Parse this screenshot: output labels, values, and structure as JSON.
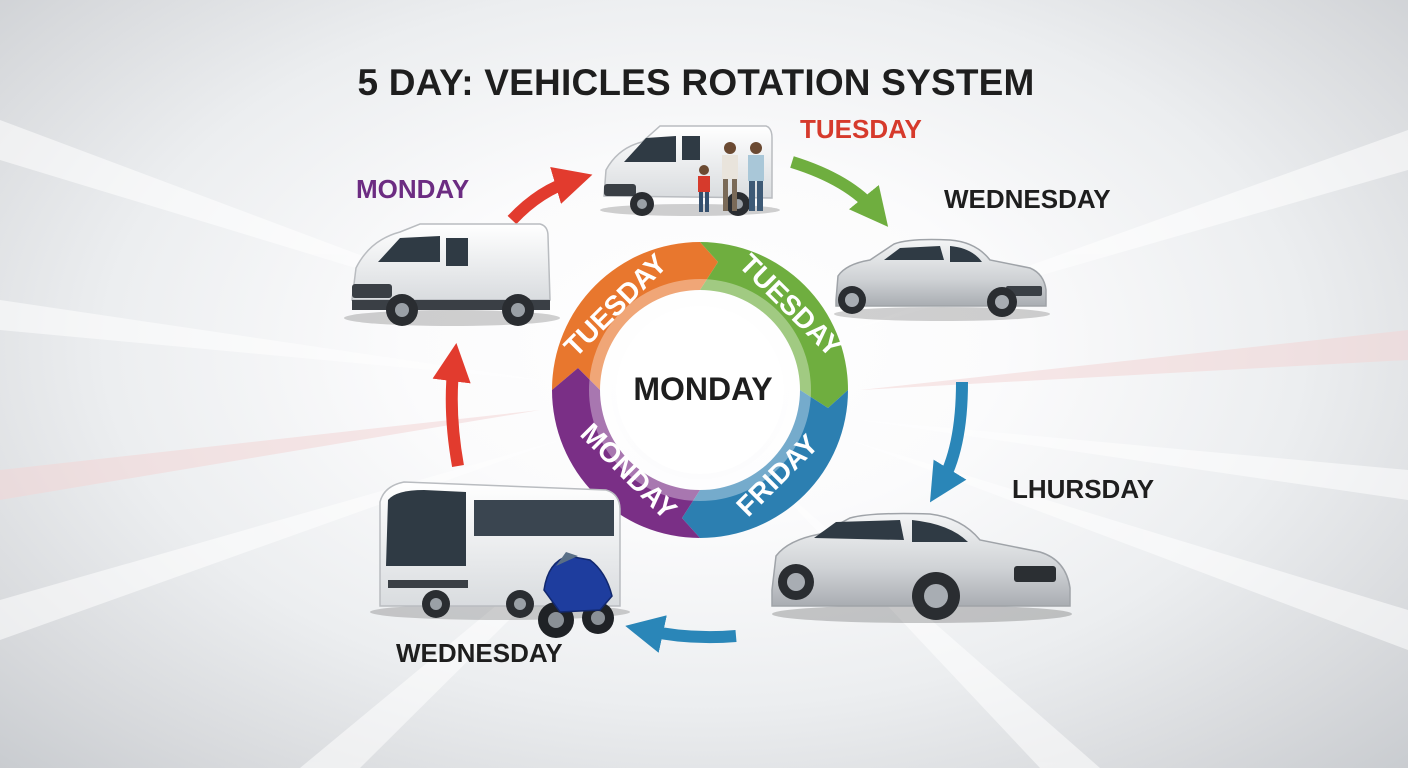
{
  "title": "5 DAY: VEHICLES ROTATION SYSTEM",
  "labels": {
    "tuesday": "TUESDAY",
    "monday": "MONDAY",
    "wednesday_right": "WEDNESDAY",
    "thursday": "LHURSDAY",
    "wednesday_left": "WEDNESDAY"
  },
  "cycle": {
    "center": "MONDAY",
    "segments": [
      {
        "label": "TUESDAY",
        "color": "#e8772e"
      },
      {
        "label": "TUESDAY",
        "color": "#6fae3f"
      },
      {
        "label": "FRIDAY",
        "color": "#2c7fb1"
      },
      {
        "label": "MONDAY",
        "color": "#7a2f86"
      }
    ]
  },
  "arrow_colors": {
    "red": "#e23b2e",
    "green": "#6fae3f",
    "blue": "#2a86b8"
  },
  "vehicles": [
    "white-van",
    "white-van-with-family",
    "silver-sedan",
    "silver-sedan",
    "white-coach-bus",
    "blue-motorcycle"
  ]
}
